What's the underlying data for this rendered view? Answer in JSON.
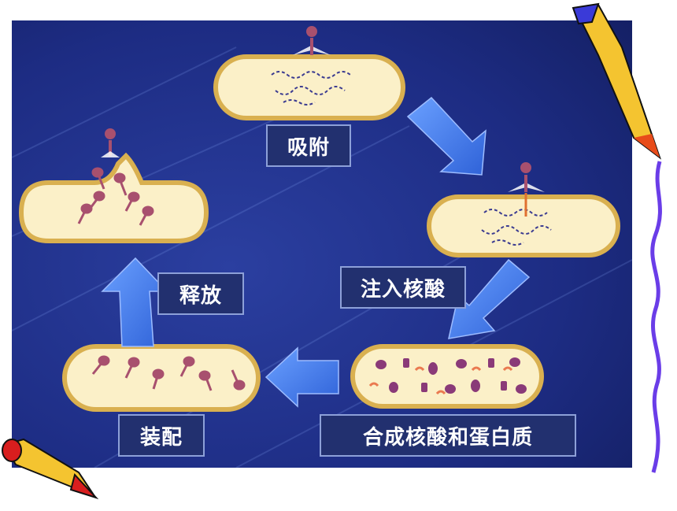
{
  "stages": [
    {
      "id": "adsorption",
      "label": "吸附"
    },
    {
      "id": "injection",
      "label": "注入核酸"
    },
    {
      "id": "synthesis",
      "label": "合成核酸和蛋白质"
    },
    {
      "id": "assembly",
      "label": "装配"
    },
    {
      "id": "release",
      "label": "释放"
    }
  ],
  "colors": {
    "panel": "#1a2a7a",
    "cell_fill": "#fbf0c8",
    "cell_border": "#d9b050",
    "arrow": "#3f78e8",
    "label_bg": "#22306f",
    "phage": "#a8506e",
    "wavy_border": "#6a3de8"
  }
}
